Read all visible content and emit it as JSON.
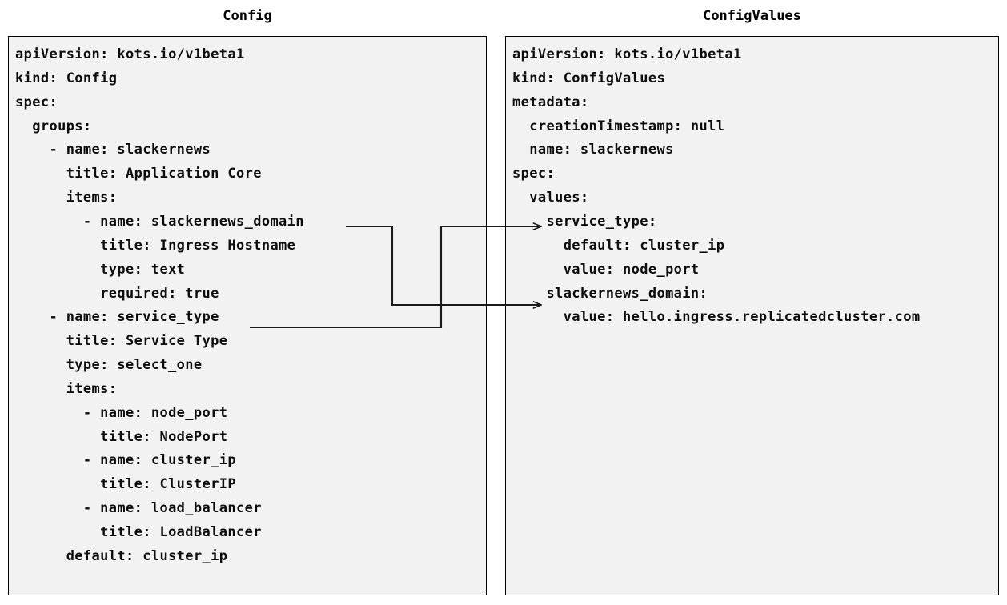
{
  "diagram": {
    "kind": "two-panel-yaml-mapping",
    "background_color": "#ffffff",
    "panel_background_color": "#f2f2f2",
    "panel_border_color": "#000000",
    "text_color": "#0d0d0d",
    "connector_color": "#1a1a1a"
  },
  "panels": [
    {
      "id": "config",
      "title": "Config",
      "lines": [
        "apiVersion: kots.io/v1beta1",
        "kind: Config",
        "spec:",
        "  groups:",
        "    - name: slackernews",
        "      title: Application Core",
        "      items:",
        "        - name: slackernews_domain",
        "          title: Ingress Hostname",
        "          type: text",
        "          required: true",
        "    - name: service_type",
        "      title: Service Type",
        "      type: select_one",
        "      items:",
        "        - name: node_port",
        "          title: NodePort",
        "        - name: cluster_ip",
        "          title: ClusterIP",
        "        - name: load_balancer",
        "          title: LoadBalancer",
        "      default: cluster_ip"
      ]
    },
    {
      "id": "configvalues",
      "title": "ConfigValues",
      "lines": [
        "apiVersion: kots.io/v1beta1",
        "kind: ConfigValues",
        "metadata:",
        "  creationTimestamp: null",
        "  name: slackernews",
        "spec:",
        "  values:",
        "    service_type:",
        "      default: cluster_ip",
        "      value: node_port",
        "    slackernews_domain:",
        "      value: hello.ingress.replicatedcluster.com"
      ]
    }
  ],
  "connectors": [
    {
      "id": "slackernews-domain-link",
      "from_label": "- name: slackernews_domain",
      "to_label": "slackernews_domain:",
      "from_line_index": 7,
      "to_line_index": 10
    },
    {
      "id": "service-type-link",
      "from_label": "- name: service_type",
      "to_label": "service_type:",
      "from_line_index": 11,
      "to_line_index": 7
    }
  ]
}
